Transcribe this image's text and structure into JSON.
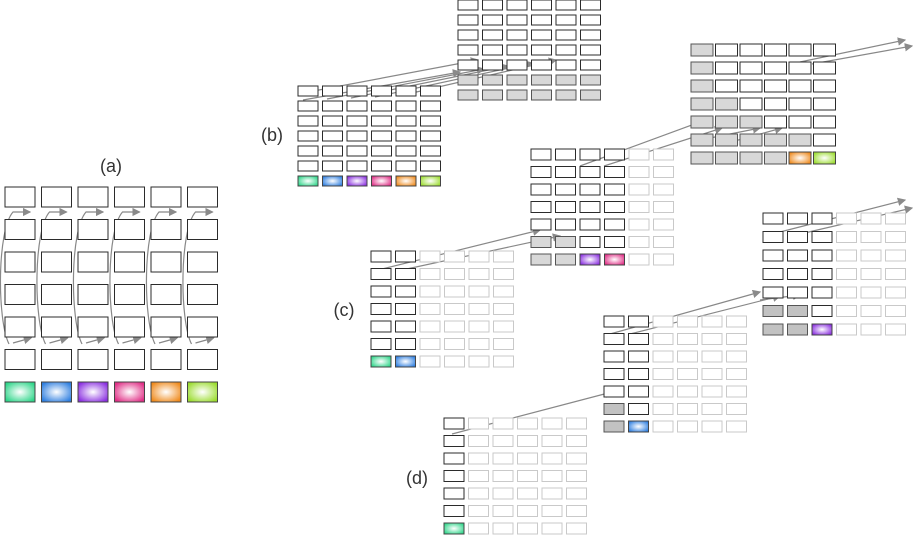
{
  "labels": {
    "a": "(a)",
    "b": "(b)",
    "c": "(c)",
    "d": "(d)"
  },
  "colors": {
    "stroke_active": "#2b2b2b",
    "stroke_faint": "#c9c9c9",
    "gray_fill": "#d8d8d8",
    "gray_fill_dark": "#c2c2c2",
    "arrow": "#888888",
    "chips": [
      "#2fd68a",
      "#2f7fe0",
      "#8a2fe0",
      "#e02f86",
      "#ef8a1c",
      "#9bdc2f"
    ]
  },
  "grid": {
    "rows": 6,
    "cols": 6,
    "chip_count": 6
  }
}
